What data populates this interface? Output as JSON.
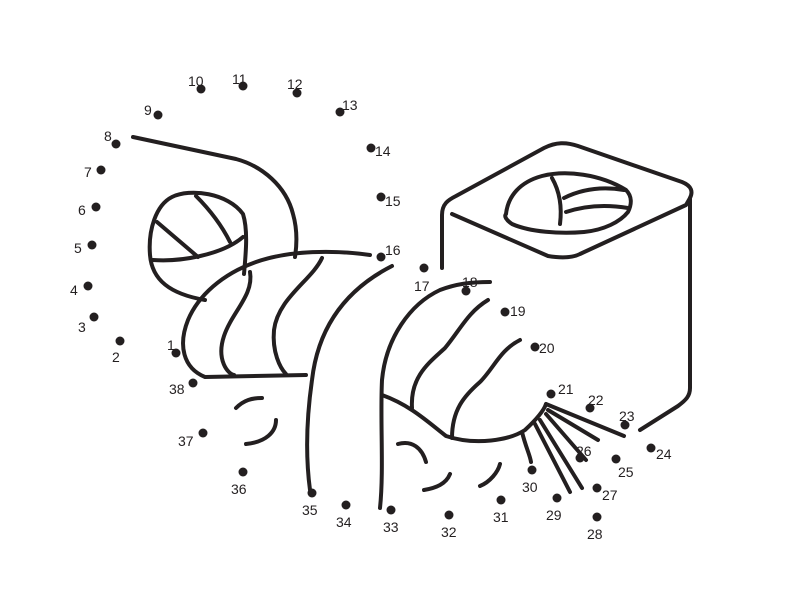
{
  "colors": {
    "ink": "#231f20",
    "background": "#ffffff"
  },
  "dots": [
    {
      "n": "1"
    },
    {
      "n": "2"
    },
    {
      "n": "3"
    },
    {
      "n": "4"
    },
    {
      "n": "5"
    },
    {
      "n": "6"
    },
    {
      "n": "7"
    },
    {
      "n": "8"
    },
    {
      "n": "9"
    },
    {
      "n": "10"
    },
    {
      "n": "11"
    },
    {
      "n": "12"
    },
    {
      "n": "13"
    },
    {
      "n": "14"
    },
    {
      "n": "15"
    },
    {
      "n": "16"
    },
    {
      "n": "17"
    },
    {
      "n": "18"
    },
    {
      "n": "19"
    },
    {
      "n": "20"
    },
    {
      "n": "21"
    },
    {
      "n": "22"
    },
    {
      "n": "23"
    },
    {
      "n": "24"
    },
    {
      "n": "25"
    },
    {
      "n": "26"
    },
    {
      "n": "27"
    },
    {
      "n": "28"
    },
    {
      "n": "29"
    },
    {
      "n": "30"
    },
    {
      "n": "31"
    },
    {
      "n": "32"
    },
    {
      "n": "33"
    },
    {
      "n": "34"
    },
    {
      "n": "35"
    },
    {
      "n": "36"
    },
    {
      "n": "37"
    },
    {
      "n": "38"
    }
  ]
}
